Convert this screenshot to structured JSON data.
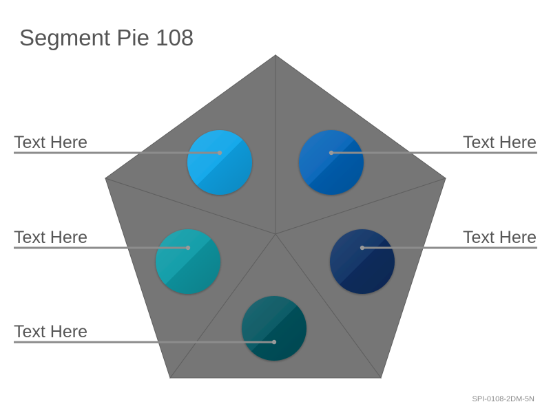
{
  "title": "Segment Pie 108",
  "code": "SPI-0108-2DM-5N",
  "labels": {
    "top_left": "Text Here",
    "top_right": "Text Here",
    "middle_left": "Text Here",
    "middle_right": "Text Here",
    "bottom_left": "Text Here"
  },
  "colors": {
    "pentagon": "#767676",
    "pentagon_edge": "#5f5f5f",
    "leader_line": "#8c8c8c",
    "circle_top_left": "#0ea5e9",
    "circle_top_right": "#0563b8",
    "circle_middle_left": "#0b9aa6",
    "circle_middle_right": "#0b2f63",
    "circle_bottom": "#045560"
  }
}
